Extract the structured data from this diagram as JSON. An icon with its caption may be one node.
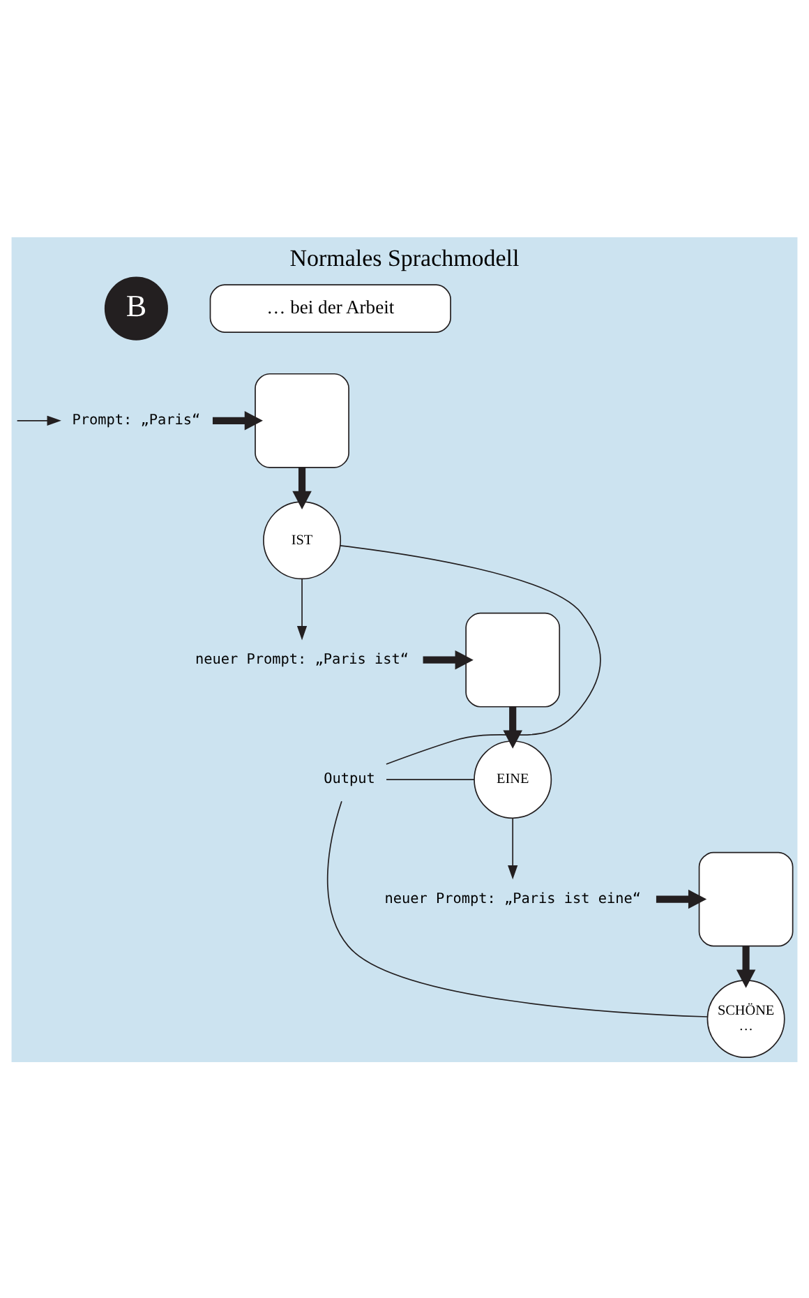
{
  "diagram": {
    "title": "Normales Sprachmodell",
    "nodes": [
      {
        "text": [
          "B"
        ]
      },
      {
        "text": [
          "… bei der Arbeit"
        ]
      },
      {
        "text": [
          "Prompt: „Paris“"
        ]
      },
      {
        "text": [],
        "shape": "box"
      },
      {
        "text": [
          "IST"
        ]
      },
      {
        "text": [
          "neuer Prompt: „Paris ist“"
        ]
      },
      {
        "text": [],
        "shape": "box"
      },
      {
        "text": [
          "EINE"
        ]
      },
      {
        "text": [
          "neuer Prompt: „Paris ist eine“"
        ]
      },
      {
        "text": [],
        "shape": "box"
      },
      {
        "text": [
          "SCHÖNE",
          "…"
        ]
      },
      {
        "text": [
          "Output"
        ]
      }
    ],
    "edges": [
      {
        "from": null,
        "to": 2,
        "arrow": "to"
      },
      {
        "from": 2,
        "to": 3,
        "arrow": "to",
        "style": "thick"
      },
      {
        "from": 3,
        "to": 4,
        "arrow": "to",
        "style": "thick"
      },
      {
        "from": 4,
        "to": 5,
        "arrow": "to"
      },
      {
        "from": 5,
        "to": 6,
        "arrow": "to",
        "style": "thick"
      },
      {
        "from": 6,
        "to": 7,
        "arrow": "to",
        "style": "thick"
      },
      {
        "from": 7,
        "to": 8,
        "arrow": "to"
      },
      {
        "from": 8,
        "to": 9,
        "arrow": "to",
        "style": "thick"
      },
      {
        "from": 9,
        "to": 10,
        "arrow": "to",
        "style": "thick"
      },
      {
        "from": 4,
        "to": 11,
        "arrow": "none"
      },
      {
        "from": 7,
        "to": 11,
        "arrow": "none"
      },
      {
        "from": 10,
        "to": 11,
        "arrow": "none"
      }
    ]
  }
}
